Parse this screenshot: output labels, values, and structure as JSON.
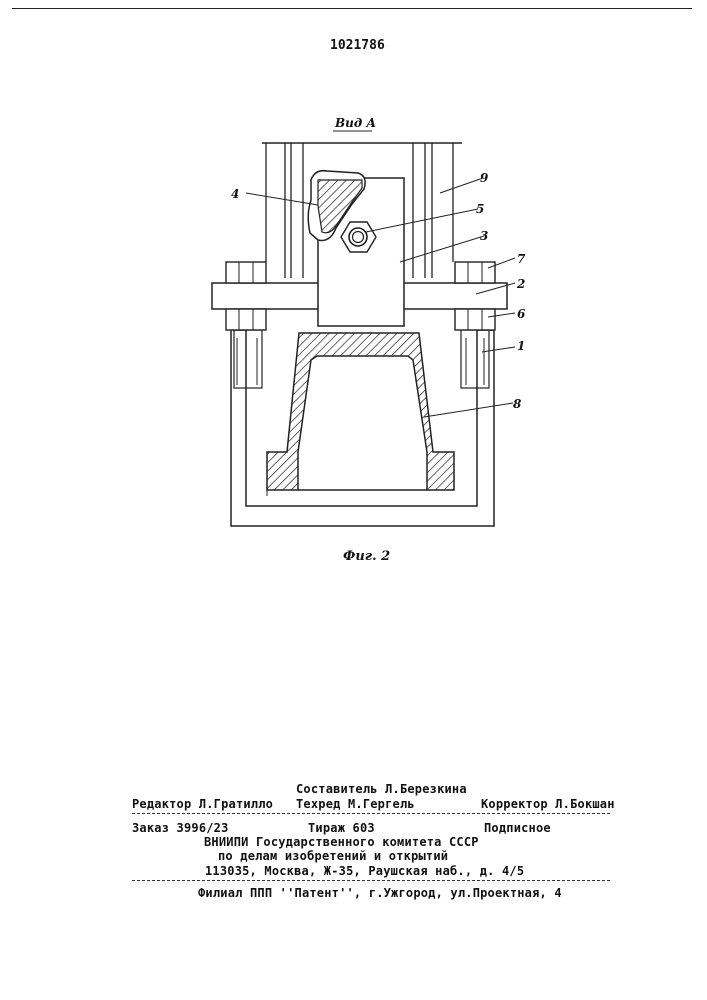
{
  "patent_number": "1021786",
  "figure": {
    "view_label": "Вид А",
    "caption": "Фиг. 2",
    "callouts": [
      "1",
      "2",
      "3",
      "4",
      "5",
      "6",
      "7",
      "8",
      "9"
    ]
  },
  "colophon": {
    "compiler": "Составитель Л.Березкина",
    "editor": "Редактор Л.Гратилло",
    "techred": "Техред М.Гергель",
    "corrector": "Корректор Л.Бокшан",
    "order": "Заказ 3996/23",
    "print_run": "Тираж 603",
    "subscription": "Подписное",
    "org_line1": "ВНИИПИ Государственного комитета СССР",
    "org_line2": "по делам изобретений и открытий",
    "address": "113035, Москва, Ж-35, Раушская наб., д. 4/5",
    "branch": "Филиал ППП ''Патент'', г.Ужгород, ул.Проектная, 4"
  }
}
